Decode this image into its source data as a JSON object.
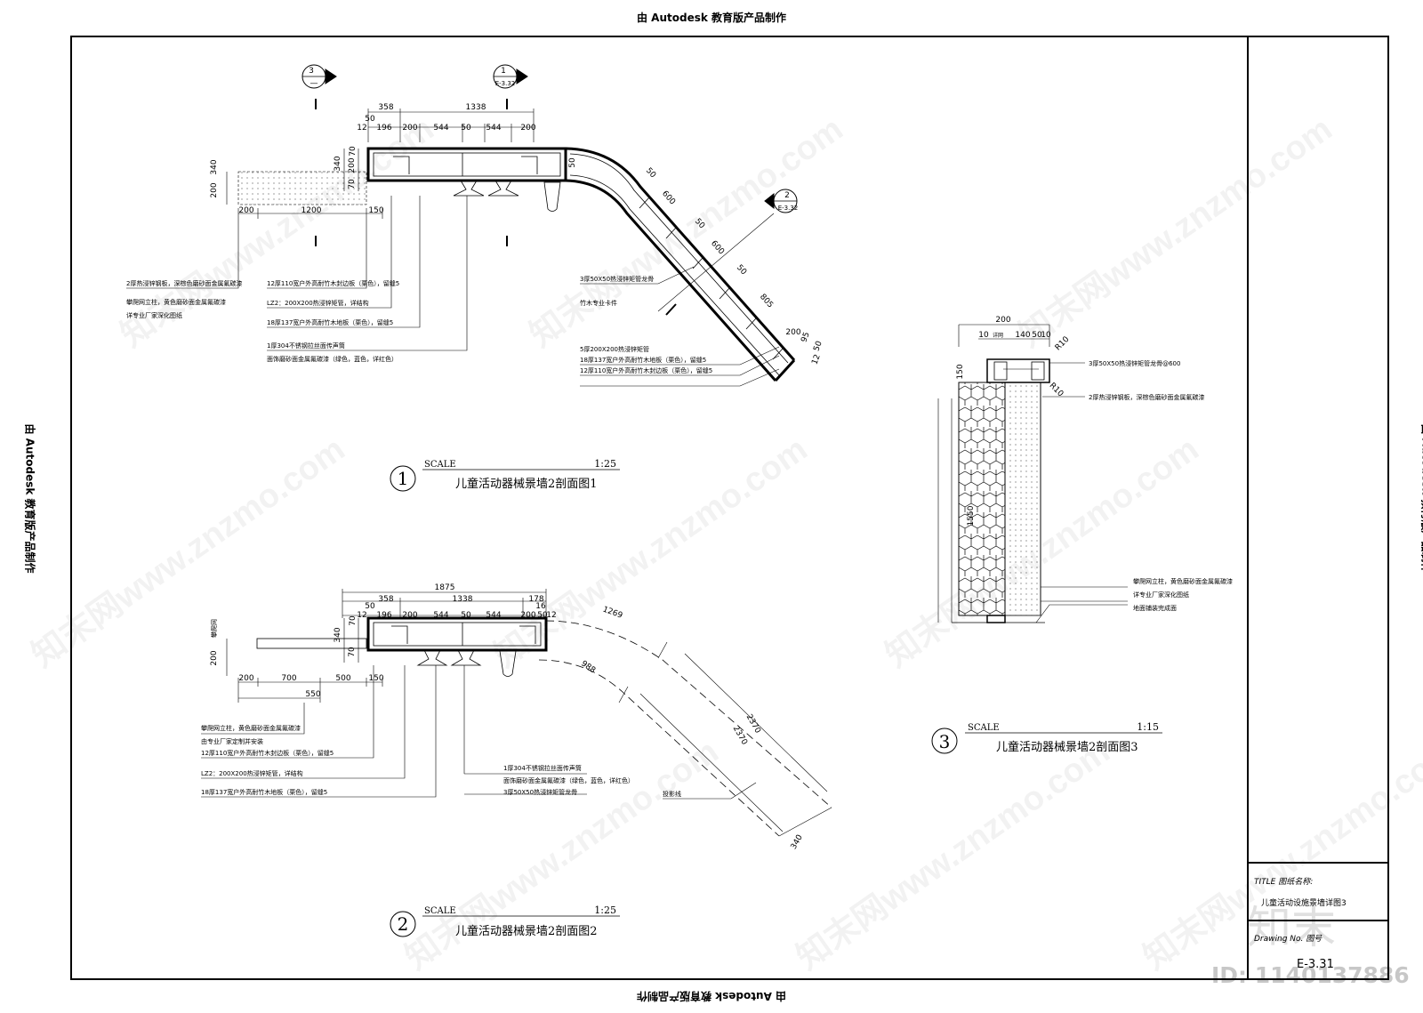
{
  "stamp": "由 Autodesk 教育版产品制作",
  "watermark": "知末网www.znzmo.com",
  "logo": "知末",
  "image_id": "ID: 1140137886",
  "title_block": {
    "title_label": "TITLE 图纸名称:",
    "title_value": "儿童活动设施景墙详图3",
    "drawing_no_label": "Drawing No. 图号",
    "drawing_no": "E-3.31"
  },
  "section1": {
    "number": "1",
    "scale_label": "SCALE",
    "scale": "1:25",
    "title": "儿童活动器械景墙2剖面图1",
    "dims": {
      "d358": "358",
      "d1338": "1338",
      "d12": "12",
      "d50": "50",
      "d196": "196",
      "d200a": "200",
      "d544a": "544",
      "d50b": "50",
      "d544b": "544",
      "d200b": "200",
      "d70a": "70",
      "d340": "340",
      "d200l": "200",
      "d70b": "70",
      "d340o": "340",
      "d200o": "200",
      "d200bot": "200",
      "d1200": "1200",
      "d150": "150",
      "d50c": "50",
      "d50d": "50",
      "d600a": "600",
      "d50e": "50",
      "d600b": "600",
      "d50f": "50",
      "d805": "805",
      "d200r": "200",
      "d95": "95",
      "d50g": "50",
      "d12r": "12"
    },
    "markers": {
      "m3_num": "3",
      "m3_ref": "—",
      "m1_num": "1",
      "m1_ref": "E-3.32",
      "m2_num": "2",
      "m2_ref": "E-3.32"
    },
    "notes": {
      "n1": "2厚热浸锌钢板，深棕色磨砂面金属氟碳漆",
      "n2": "攀爬网立柱，黄色磨砂面金属氟碳漆",
      "n3": "详专业厂家深化图纸",
      "n4": "12厚110宽户外高耐竹木封边板（栗色），留缝5",
      "n5": "LZ2：200X200热浸锌矩管，详结构",
      "n6": "18厚137宽户外高耐竹木地板（栗色），留缝5",
      "n7": "1厚304不锈钢拉丝面传声筒",
      "n8": "面饰磨砂面金属氟碳漆（绿色，蓝色，详红色）",
      "n9": "3厚50X50热浸锌矩管龙骨",
      "n10": "竹木专业卡件",
      "n11": "5厚200X200热浸锌矩管",
      "n12": "18厚137宽户外高耐竹木地板（栗色），留缝5",
      "n13": "12厚110宽户外高耐竹木封边板（栗色），留缝5"
    }
  },
  "section2": {
    "number": "2",
    "scale_label": "SCALE",
    "scale": "1:25",
    "title": "儿童活动器械景墙2剖面图2",
    "dims": {
      "d1875": "1875",
      "d358": "358",
      "d1338": "1338",
      "d178": "178",
      "d12": "12",
      "d50": "50",
      "d196": "196",
      "d200a": "200",
      "d544a": "544",
      "d50b": "50",
      "d544b": "544",
      "d200b": "200",
      "d50c": "50",
      "d12b": "12",
      "d16": "16",
      "d70a": "70",
      "d340": "340",
      "d70b": "70",
      "d200l": "200",
      "d200": "200",
      "d700": "700",
      "d500": "500",
      "d150": "150",
      "d550": "550",
      "d1269": "1269",
      "d988": "988",
      "d2370a": "2370",
      "d2370b": "2370",
      "d340r": "340"
    },
    "notes": {
      "climb": "攀爬网",
      "n1": "攀爬网立柱，黄色磨砂面金属氟碳漆",
      "n2": "由专业厂家定制并安装",
      "n3": "12厚110宽户外高耐竹木封边板（栗色），留缝5",
      "n4": "LZ2：200X200热浸锌矩管，详结构",
      "n5": "18厚137宽户外高耐竹木地板（栗色），留缝5",
      "n6": "1厚304不锈钢拉丝面传声筒",
      "n7": "面饰磨砂面金属氟碳漆（绿色，蓝色，详红色）",
      "n8": "3厚50X50热浸锌矩管龙骨",
      "n9": "投影线"
    }
  },
  "section3": {
    "number": "3",
    "scale_label": "SCALE",
    "scale": "1:15",
    "title": "儿童活动器械景墙2剖面图3",
    "dims": {
      "d200": "200",
      "d10a": "10",
      "dnet": "详网",
      "d140": "140",
      "d50": "50",
      "d10b": "10",
      "r10a": "R10",
      "r10b": "R10",
      "d150": "150",
      "d1550": "1550"
    },
    "notes": {
      "n1": "3厚50X50热浸锌矩管龙骨@600",
      "n2": "2厚热浸锌钢板，深棕色磨砂面金属氟碳漆",
      "n3": "攀爬网立柱，黄色磨砂面金属氟碳漆",
      "n4": "详专业厂家深化图纸",
      "n5": "地面铺装完成面"
    }
  }
}
